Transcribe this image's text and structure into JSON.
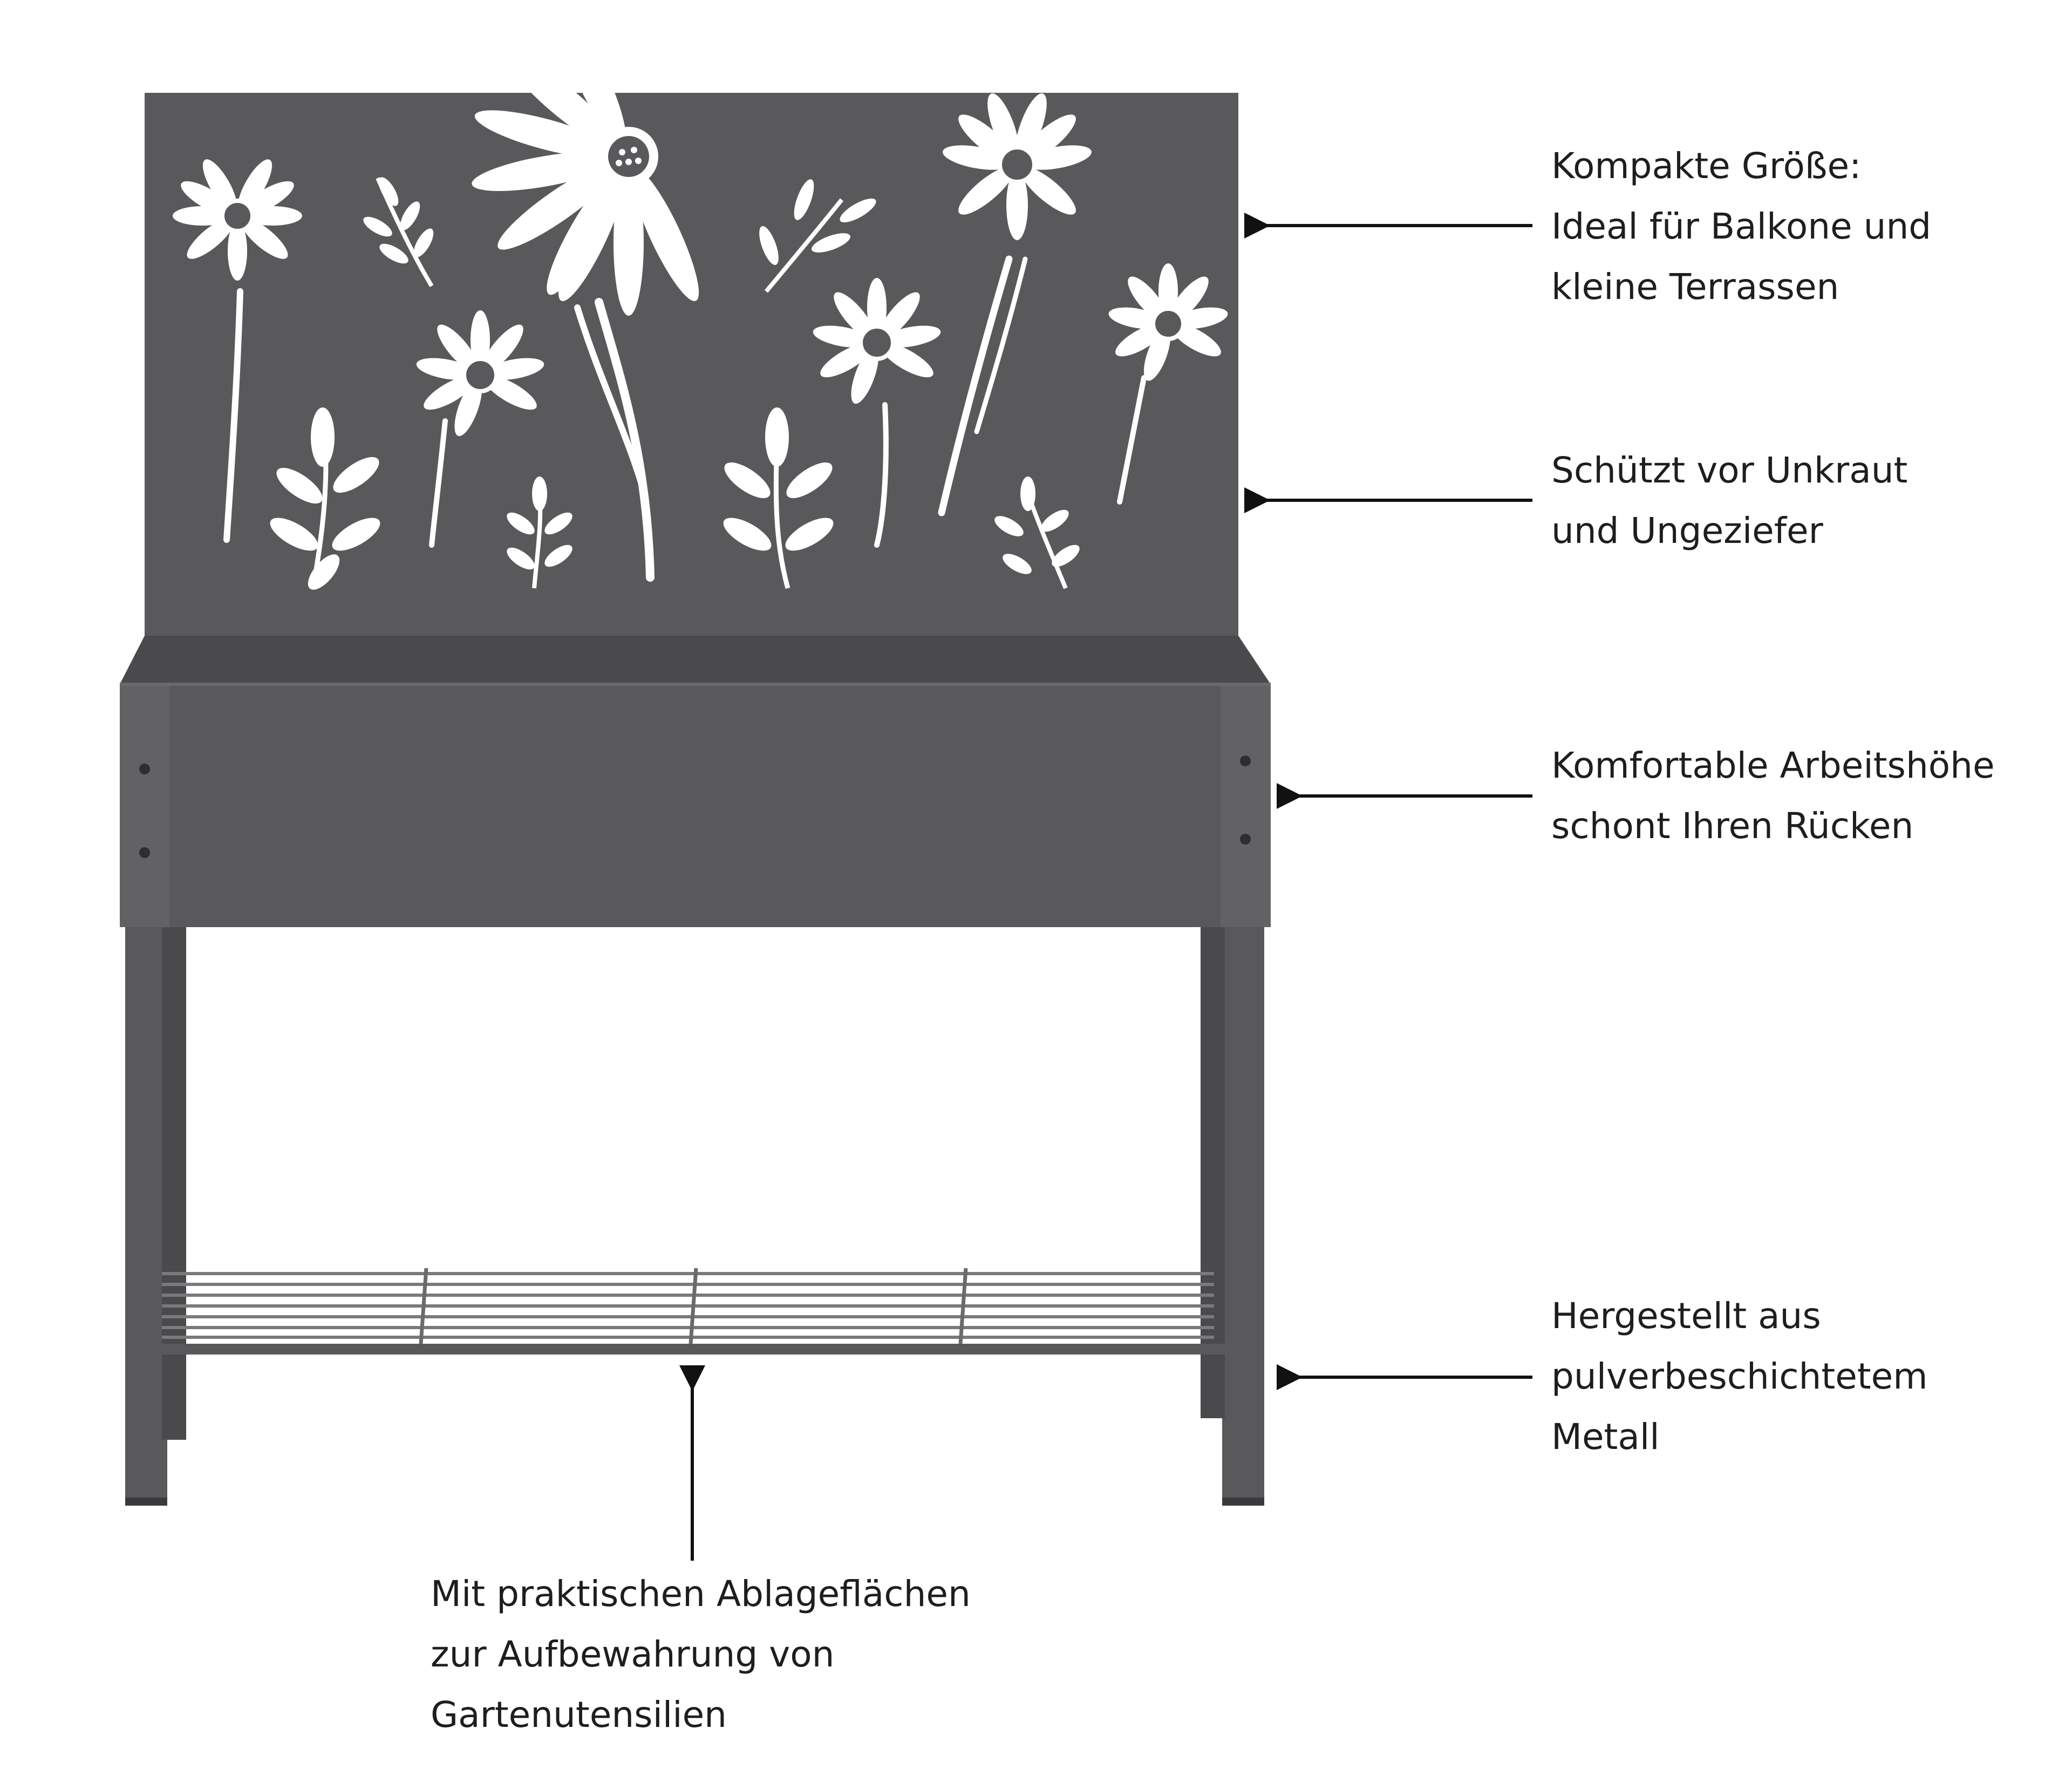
{
  "diagram": {
    "product": "raised-garden-bed-with-flower-backpanel",
    "colors": {
      "metal": "#59595b",
      "metal_dark": "#4a4a4c",
      "metal_light": "#6a6a6c",
      "cutout": "#ffffff",
      "text": "#1e1e1e",
      "arrow": "#111111",
      "background": "#ffffff"
    },
    "annotations": [
      {
        "id": "compact-size",
        "lines": [
          "Kompakte Größe:",
          "Ideal für Balkone und",
          "kleine Terrassen"
        ]
      },
      {
        "id": "weed-protection",
        "lines": [
          "Schützt vor Unkraut",
          "und Ungeziefer"
        ]
      },
      {
        "id": "working-height",
        "lines": [
          "Komfortable Arbeitshöhe",
          "schont Ihren Rücken"
        ]
      },
      {
        "id": "material",
        "lines": [
          "Hergestellt aus",
          "pulverbeschichtetem",
          "Metall"
        ]
      },
      {
        "id": "storage-shelf",
        "lines": [
          "Mit praktischen Ablageflächen",
          "zur Aufbewahrung von",
          "Gartenutensilien"
        ]
      }
    ]
  }
}
